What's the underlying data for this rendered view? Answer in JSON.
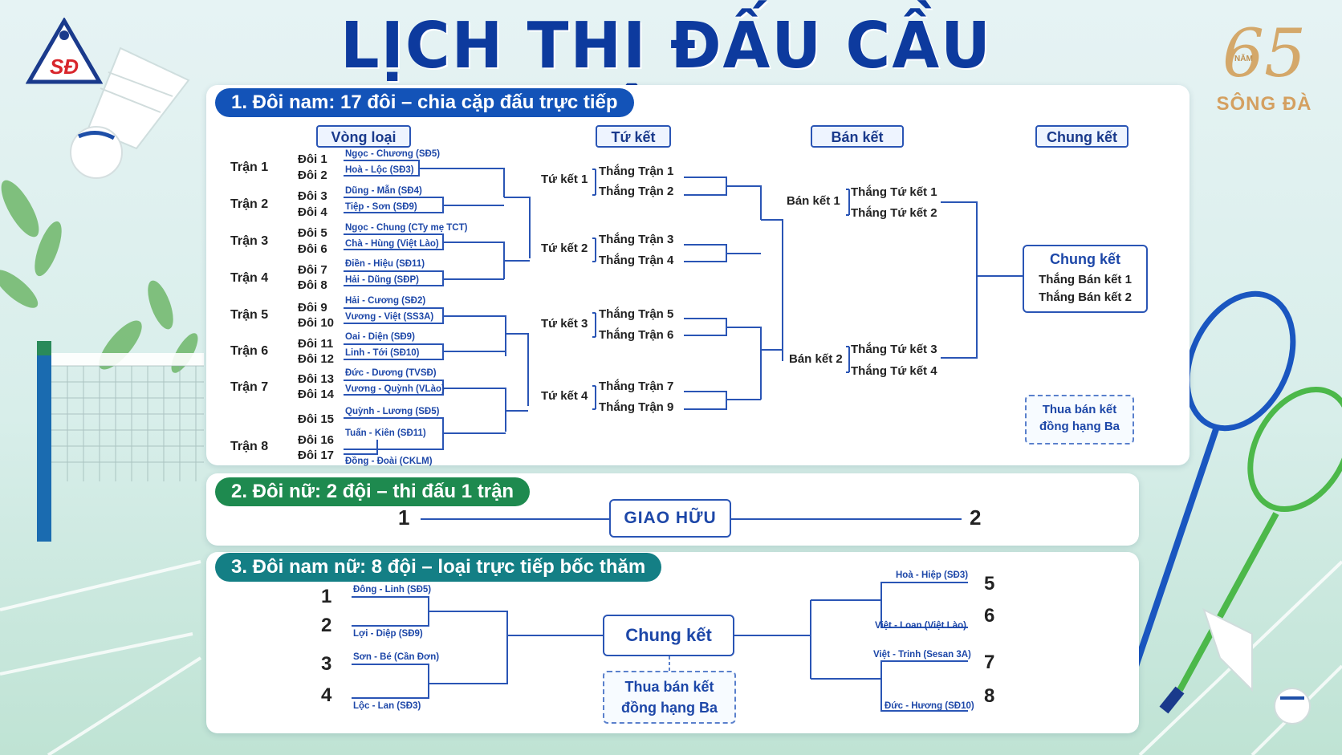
{
  "title": "LỊCH THI ĐẤU CẦU LÔNG",
  "logo_left": "SĐ",
  "logo_right": {
    "number": "65",
    "small": "NĂM",
    "name": "SÔNG ĐÀ"
  },
  "section1": {
    "heading": "1. Đôi nam: 17 đôi – chia cặp đấu trực tiếp",
    "columns": [
      "Vòng loại",
      "Tứ kết",
      "Bán kết",
      "Chung kết"
    ],
    "matches": [
      {
        "label": "Trận 1",
        "teams": [
          "Đôi 1",
          "Đôi 2"
        ],
        "pairs": [
          "Ngọc - Chương (SĐ5)",
          "Hoà - Lộc (SĐ3)"
        ]
      },
      {
        "label": "Trận 2",
        "teams": [
          "Đôi 3",
          "Đôi 4"
        ],
        "pairs": [
          "Dũng - Mẫn (SĐ4)",
          "Tiệp - Sơn (SĐ9)"
        ]
      },
      {
        "label": "Trận 3",
        "teams": [
          "Đôi 5",
          "Đôi 6"
        ],
        "pairs": [
          "Ngọc - Chung (CTy mẹ TCT)",
          "Chà - Hùng (Việt Lào)"
        ]
      },
      {
        "label": "Trận 4",
        "teams": [
          "Đôi 7",
          "Đôi 8"
        ],
        "pairs": [
          "Điền - Hiệu (SĐ11)",
          "Hải - Dũng (SĐP)"
        ]
      },
      {
        "label": "Trận 5",
        "teams": [
          "Đôi 9",
          "Đôi 10"
        ],
        "pairs": [
          "Hải - Cương (SĐ2)",
          "Vương - Việt (SS3A)"
        ]
      },
      {
        "label": "Trận 6",
        "teams": [
          "Đôi 11",
          "Đôi 12"
        ],
        "pairs": [
          "Oai - Diện (SĐ9)",
          "Linh - Tới (SĐ10)"
        ]
      },
      {
        "label": "Trận 7",
        "teams": [
          "Đôi 13",
          "Đôi 14"
        ],
        "pairs": [
          "Đức - Dương (TVSĐ)",
          "Vương - Quỳnh (VLào)"
        ]
      }
    ],
    "match8": {
      "label": "Trận 8",
      "teams": [
        "Đôi 15",
        "Đôi 16",
        "Đôi 17"
      ],
      "pairs": [
        "Quỳnh - Lương (SĐ5)",
        "Tuấn - Kiên (SĐ11)",
        "Đồng - Đoài (CKLM)"
      ]
    },
    "quarterfinals": [
      {
        "label": "Tứ kết 1",
        "slots": [
          "Thắng Trận 1",
          "Thắng Trận 2"
        ]
      },
      {
        "label": "Tứ kết 2",
        "slots": [
          "Thắng Trận 3",
          "Thắng Trận 4"
        ]
      },
      {
        "label": "Tứ kết 3",
        "slots": [
          "Thắng Trận 5",
          "Thắng Trận 6"
        ]
      },
      {
        "label": "Tứ kết 4",
        "slots": [
          "Thắng Trận 7",
          "Thắng Trận 9"
        ]
      }
    ],
    "semifinals": [
      {
        "label": "Bán kết 1",
        "slots": [
          "Thắng Tứ kết 1",
          "Thắng Tứ kết 2"
        ]
      },
      {
        "label": "Bán kết 2",
        "slots": [
          "Thắng Tứ kết 3",
          "Thắng Tứ kết 4"
        ]
      }
    ],
    "final": {
      "title": "Chung kết",
      "slots": [
        "Thắng Bán kết 1",
        "Thắng Bán kết 2"
      ]
    },
    "third_place": [
      "Thua bán kết",
      "đồng hạng Ba"
    ]
  },
  "section2": {
    "heading": "2. Đôi nữ:  2 đội – thi đấu 1 trận",
    "left": "1",
    "right": "2",
    "center": "GIAO HỮU"
  },
  "section3": {
    "heading": "3. Đôi nam nữ:  8 đội – loại trực tiếp bốc thăm",
    "left_numbers": [
      "1",
      "2",
      "3",
      "4"
    ],
    "left_pairs": [
      "Đông - Linh (SĐ5)",
      "Lợi - Diệp (SĐ9)",
      "Sơn - Bé (Cần Đơn)",
      "Lộc - Lan (SĐ3)"
    ],
    "right_numbers": [
      "5",
      "6",
      "7",
      "8"
    ],
    "right_pairs": [
      "Hoà - Hiệp (SĐ3)",
      "Việt - Loan (Việt Lào)",
      "Việt - Trinh (Sesan 3A)",
      "Đức - Hương (SĐ10)"
    ],
    "final": "Chung kết",
    "third_place": [
      "Thua bán kết",
      "đồng hạng Ba"
    ]
  },
  "colors": {
    "primary": "#1353b8",
    "green": "#1e8a4f",
    "teal": "#147f85",
    "line": "#2a55b5"
  }
}
